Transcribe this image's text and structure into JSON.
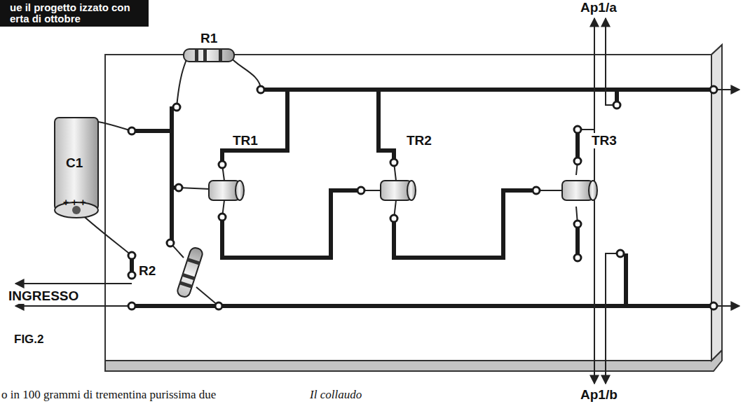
{
  "diagram": {
    "nodes": [
      {
        "text": [
          "ue il progetto izzato con erta di ottobre"
        ]
      }
    ],
    "labels": [
      "R1",
      "C1",
      "+ + +",
      "TR1",
      "TR2",
      "TR3",
      "R2",
      "INGRESSO",
      "FIG.2",
      "Ap1/a",
      "Ap1/b",
      "o in 100 grammi di trementina purissima due",
      "Il collaudo"
    ]
  }
}
